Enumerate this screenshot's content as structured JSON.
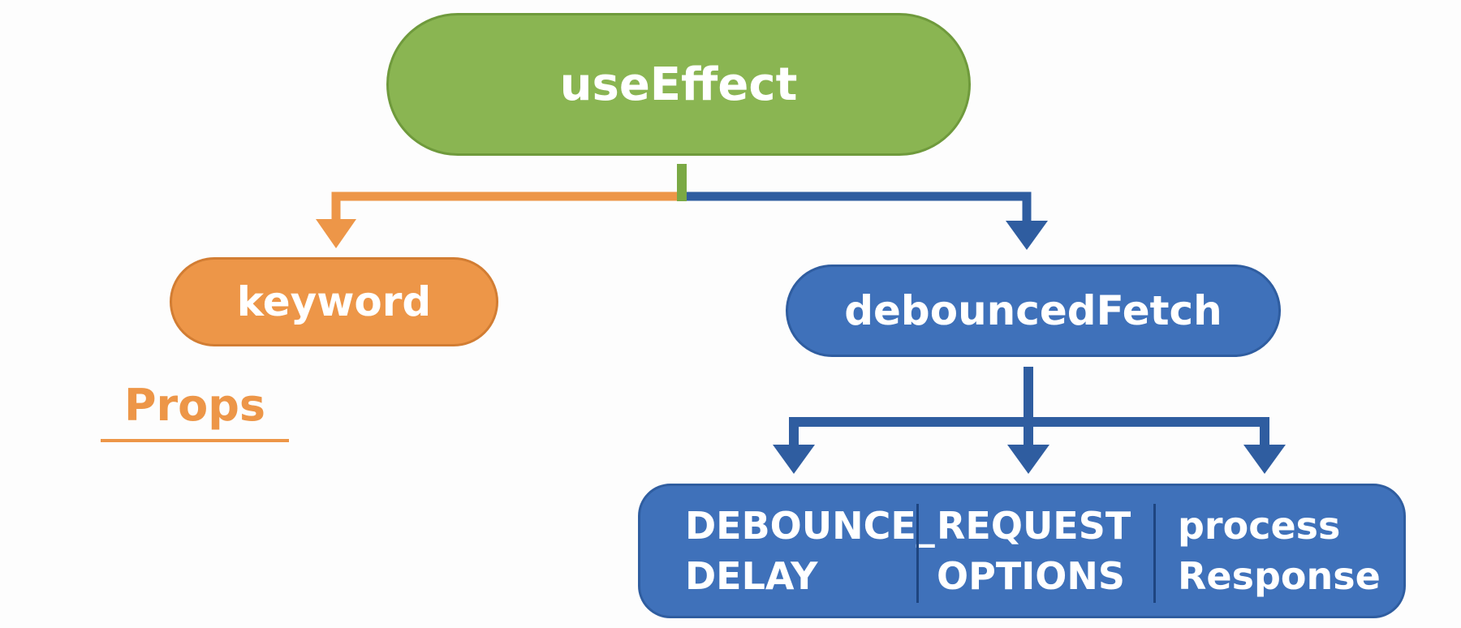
{
  "diagram": {
    "root": {
      "label": "useEffect"
    },
    "keyword": {
      "label": "keyword"
    },
    "props": {
      "label": "Props"
    },
    "debounced_fetch": {
      "label": "debouncedFetch"
    },
    "group": {
      "items": [
        {
          "label": "DEBOUNCE_\nDELAY"
        },
        {
          "label": "REQUEST\nOPTIONS"
        },
        {
          "label": "process\nResponse"
        }
      ]
    }
  },
  "colors": {
    "root": "#8ab552",
    "keyword": "#ed9648",
    "fetch": "#3f71ba",
    "background": "#fdfdfd"
  }
}
